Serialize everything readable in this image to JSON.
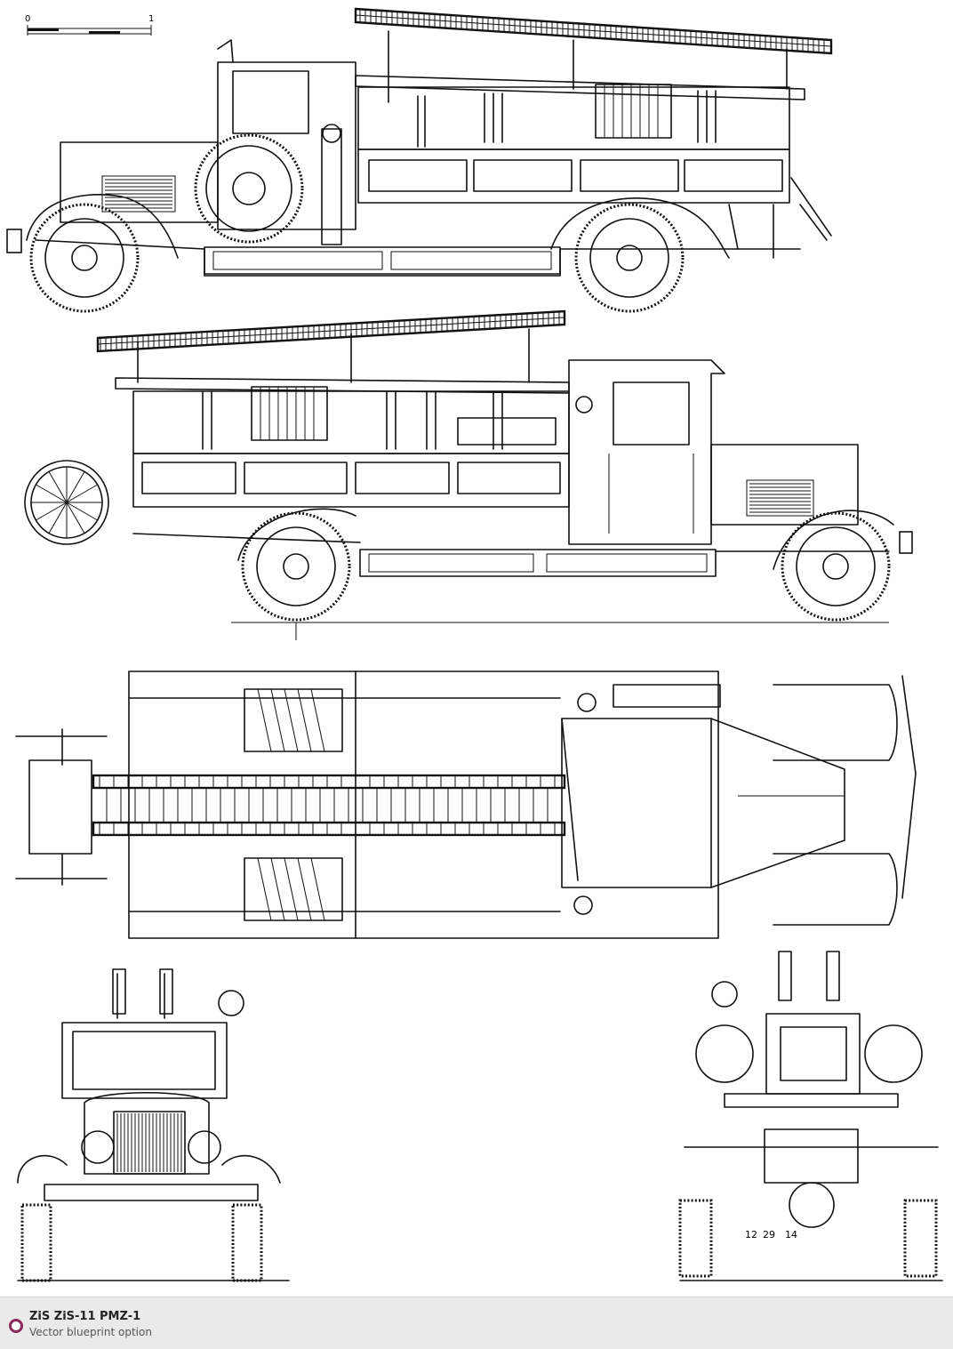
{
  "scale": {
    "start_label": "0",
    "end_label": "1"
  },
  "rear_view": {
    "labels": [
      "12",
      "29",
      "14"
    ]
  },
  "footer": {
    "title": "ZiS ZiS-11 PMZ-1",
    "subtitle": "Vector blueprint option",
    "logo_icon": "circle-logo-icon",
    "accent_color": "#8a2b5c"
  }
}
